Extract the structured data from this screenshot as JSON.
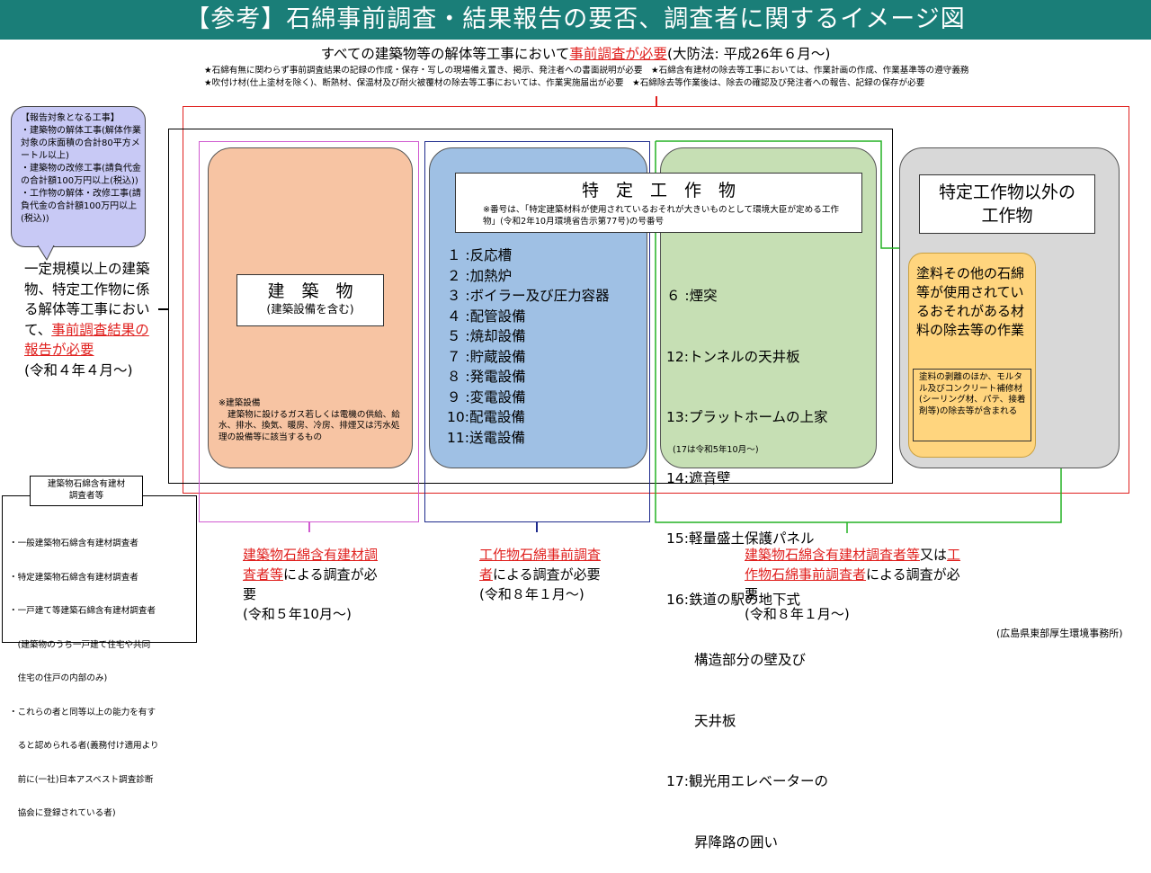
{
  "title": "【参考】石綿事前調査・結果報告の要否、調査者に関するイメージ図",
  "header": {
    "line1_prefix": "すべての建築物等の解体等工事において",
    "line1_red": "事前調査が必要",
    "line1_suffix": "(大防法: 平成26年６月～)",
    "notes": [
      "★石綿有無に関わらず事前調査結果の記録の作成・保存・写しの現場備え置き、掲示、発注者への書面説明が必要　★石綿含有建材の除去等工事においては、作業計画の作成、作業基準等の遵守義務",
      "★吹付け材(仕上塗材を除く)、断熱材、保温材及び耐火被覆材の除去等工事においては、作業実施届出が必要　★石綿除去等作業後は、除去の確認及び発注者への報告、記録の保存が必要"
    ]
  },
  "report_bubble": {
    "title": "【報告対象となる工事】",
    "items": [
      "・建築物の解体工事(解体作業対象の床面積の合計80平方メートル以上)",
      "・建築物の改修工事(請負代金の合計額100万円以上(税込))",
      "・工作物の解体・改修工事(請負代金の合計額100万円以上(税込))"
    ]
  },
  "left_text": {
    "main": "一定規模以上の建築物、特定工作物に係る解体等工事において、",
    "red": "事前調査結果の報告が必要",
    "date": "(令和４年４月～)"
  },
  "building": {
    "title": "建　築　物",
    "subtitle": "(建築設備を含む)",
    "note_title": "※建築設備",
    "note_body": "建築物に設けるガス若しくは電機の供給、給水、排水、換気、暖房、冷房、排煙又は汚水処理の設備等に該当するもの"
  },
  "specified": {
    "title": "特　定　工　作　物",
    "note": "※番号は、「特定建築材料が使用されているおそれが大きいものとして環境大臣が定める工作物」(令和2年10月環境省告示第77号)の号番号",
    "items_left": [
      "１ :反応槽",
      "２ :加熱炉",
      "３ :ボイラー及び圧力容器",
      "４ :配管設備",
      "５ :焼却設備",
      "７ :貯蔵設備",
      "８ :発電設備",
      "９ :変電設備",
      "10:配電設備",
      "11:送電設備"
    ],
    "items_right": [
      "６ :煙突",
      "12:トンネルの天井板",
      "13:プラットホームの上家",
      "14:遮音壁",
      "15:軽量盛土保護パネル",
      "16:鉄道の駅の地下式",
      "　　構造部分の壁及び",
      "　　天井板",
      "17:観光用エレベーターの",
      "　　昇降路の囲い"
    ],
    "right_note": "(17は令和5年10月～)"
  },
  "other": {
    "title": "特定工作物以外の工作物",
    "paint_text": "塗料その他の石綿等が使用されているおそれがある材料の除去等の作業",
    "paint_note": "塗料の剥離のほか、モルタル及びコンクリート補修材(シーリング材、パテ、接着剤等)の除去等が含まれる"
  },
  "investigators": {
    "title": "建築物石綿含有建材調査者等",
    "items": [
      "・一般建築物石綿含有建材調査者",
      "・特定建築物石綿含有建材調査者",
      "・一戸建て等建築石綿含有建材調査者",
      "　(建築物のうち一戸建て住宅や共同",
      "　住宅の住戸の内部のみ)",
      "・これらの者と同等以上の能力を有す",
      "　ると認められる者(義務付け適用より",
      "　前に(一社)日本アスベスト調査診断",
      "　協会に登録されている者)"
    ]
  },
  "bottom": {
    "c1_red": "建築物石綿含有建材調査者等",
    "c1_rest": "による調査が必要",
    "c1_date": "(令和５年10月～)",
    "c2_red": "工作物石綿事前調査者",
    "c2_rest": "による調査が必要",
    "c2_date": "(令和８年１月～)",
    "c3_red1": "建築物石綿含有建材調査者等",
    "c3_mid": "又は",
    "c3_red2": "工作物石綿事前調査者",
    "c3_rest": "による調査が必要",
    "c3_date": "(令和８年１月～)"
  },
  "source": "(広島県東部厚生環境事務所)",
  "colors": {
    "title_bg": "#1a7e78",
    "building": "#f7c4a3",
    "specified": "#9fc0e4",
    "specified_right": "#c6dfb4",
    "other": "#d8d8d8",
    "paint": "#ffd57e",
    "bubble": "#c8c9f5",
    "red": "#e0201e",
    "magenta": "#d05ad0",
    "navy": "#1d2a8c",
    "green": "#24b224"
  }
}
